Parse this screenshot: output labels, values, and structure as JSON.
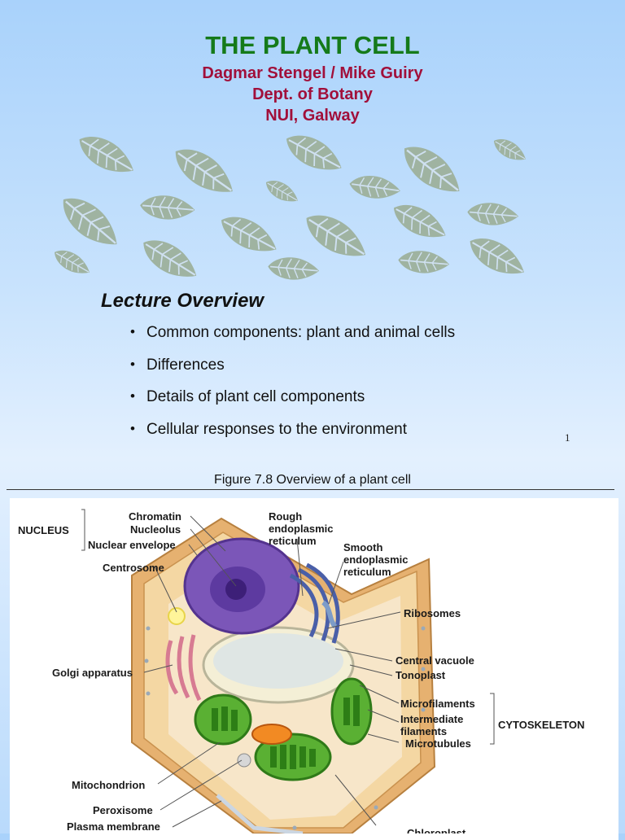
{
  "slide": {
    "title": "THE PLANT CELL",
    "authors": "Dagmar Stengel / Mike Guiry",
    "department": "Dept.  of Botany",
    "institution": "NUI, Galway",
    "overview_heading": "Lecture Overview",
    "bullets": [
      "Common components: plant and animal cells",
      "Differences",
      "Details of plant cell components",
      "Cellular responses to the environment"
    ],
    "slide_number": "1"
  },
  "figure": {
    "caption": "Figure 7.8  Overview of a plant cell",
    "groups": {
      "nucleus": "NUCLEUS",
      "cytoskeleton": "CYTOSKELETON"
    },
    "labels": {
      "chromatin": "Chromatin",
      "nucleolus": "Nucleolus",
      "nuclear_envelope": "Nuclear envelope",
      "centrosome": "Centrosome",
      "golgi": "Golgi apparatus",
      "mitochondrion": "Mitochondrion",
      "peroxisome": "Peroxisome",
      "plasma_membrane": "Plasma membrane",
      "rough_er_1": "Rough",
      "rough_er_2": "endoplasmic",
      "rough_er_3": "reticulum",
      "smooth_er_1": "Smooth",
      "smooth_er_2": "endoplasmic",
      "smooth_er_3": "reticulum",
      "ribosomes": "Ribosomes",
      "central_vacuole": "Central vacuole",
      "tonoplast": "Tonoplast",
      "microfilaments": "Microfilaments",
      "intermediate_1": "Intermediate",
      "intermediate_2": "filaments",
      "microtubules": "Microtubules",
      "chloroplast": "Chloroplast"
    }
  }
}
